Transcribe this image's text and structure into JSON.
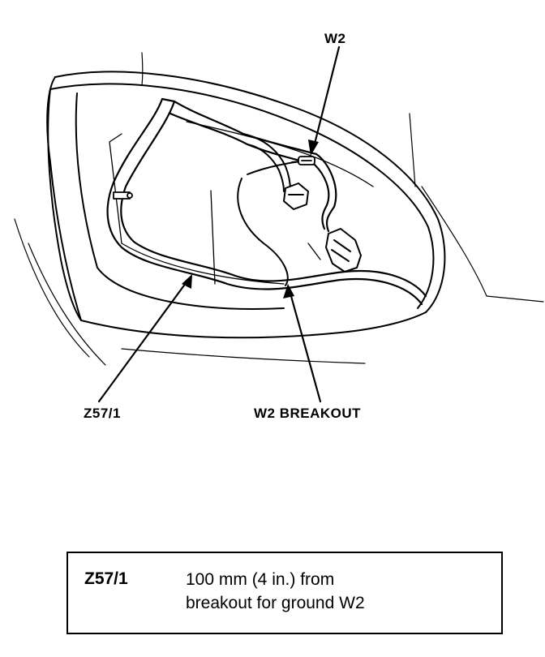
{
  "callouts": {
    "w2": "W2",
    "z57_1": "Z57/1",
    "w2_breakout": "W2 BREAKOUT"
  },
  "legend": {
    "code": "Z57/1",
    "description_line1": "100 mm (4 in.) from",
    "description_line2": "breakout for ground W2"
  }
}
